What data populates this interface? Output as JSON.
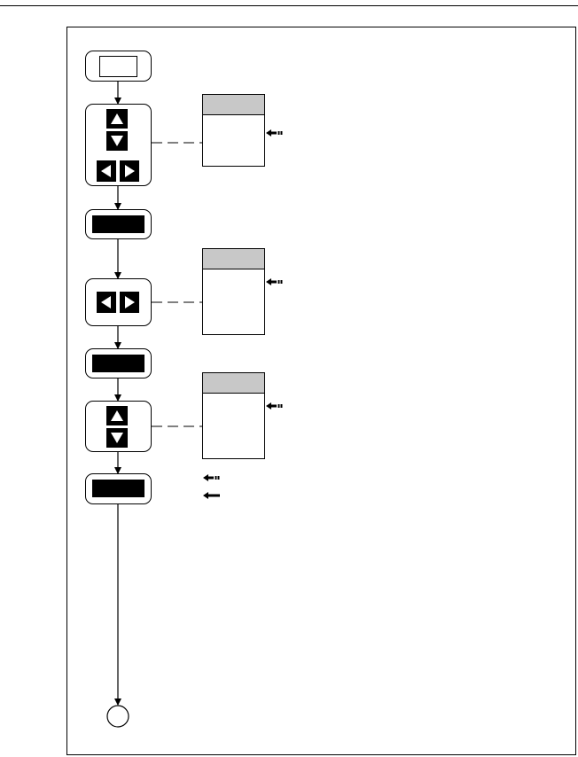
{
  "diagram": {
    "colors": {
      "stroke": "#000000",
      "key_fill": "#ffffff",
      "screen_header": "#c8c8c8"
    },
    "steps": [
      {
        "id": "start-key",
        "icon": "blank-key-icon"
      },
      {
        "id": "arrow-keys-4way",
        "icon": "four-arrow-keys-icon"
      },
      {
        "id": "enter-key-1",
        "icon": "black-key-icon"
      },
      {
        "id": "arrow-keys-lr",
        "icon": "left-right-arrow-keys-icon"
      },
      {
        "id": "enter-key-2",
        "icon": "black-key-icon"
      },
      {
        "id": "arrow-keys-ud",
        "icon": "up-down-arrow-keys-icon"
      },
      {
        "id": "enter-key-3",
        "icon": "black-key-icon"
      },
      {
        "id": "end-circle",
        "icon": "circle-connector-icon"
      }
    ],
    "screens": [
      {
        "id": "screen-1",
        "pointer_icon": "dashed-arrow-left-icon"
      },
      {
        "id": "screen-2",
        "pointer_icon": "dashed-arrow-left-icon"
      },
      {
        "id": "screen-3",
        "pointer_icon": "dashed-arrow-left-icon"
      }
    ],
    "legend": [
      {
        "icon": "dashed-arrow-left-icon",
        "text": ""
      },
      {
        "icon": "solid-arrow-left-icon",
        "text": ""
      }
    ]
  }
}
